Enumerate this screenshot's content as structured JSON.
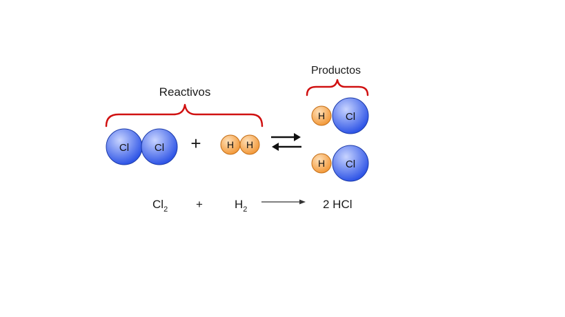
{
  "labels": {
    "reactants": "Reactivos",
    "products": "Productos"
  },
  "atoms": {
    "cl": "Cl",
    "h": "H"
  },
  "plus_sign": "+",
  "equation": {
    "cl2_base": "Cl",
    "cl2_sub": "2",
    "plus": "+",
    "h2_base": "H",
    "h2_sub": "2",
    "product": "2 HCl"
  },
  "colors": {
    "chlorine": "#2f55e6",
    "chlorine_highlight": "#c8d4ff",
    "hydrogen": "#f2993a",
    "hydrogen_highlight": "#ffe0b8",
    "brace": "#d01010",
    "arrow": "#111111"
  }
}
